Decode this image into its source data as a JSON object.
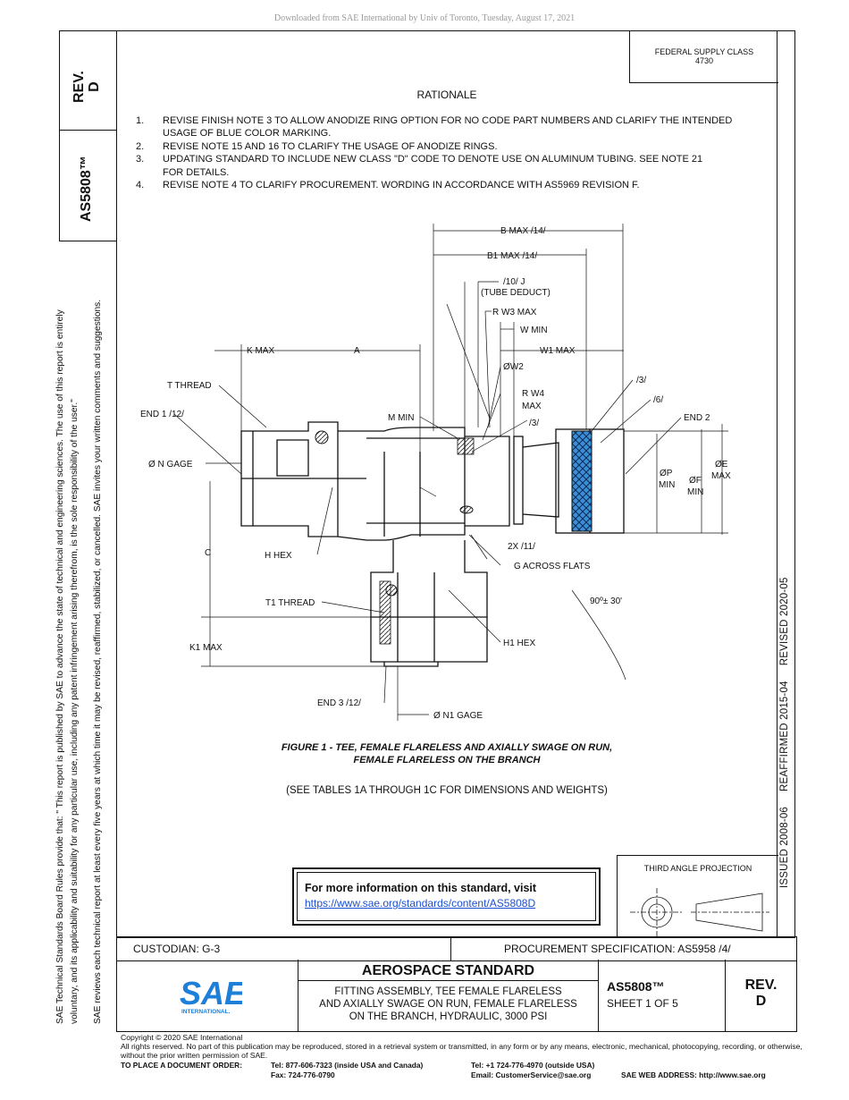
{
  "header": {
    "download_notice": "Downloaded from SAE International by Univ of Toronto, Tuesday, August 17, 2021"
  },
  "federal_supply": {
    "label": "FEDERAL SUPPLY CLASS",
    "value": "4730"
  },
  "side_panel": {
    "rev_label": "REV.",
    "rev_value": "D",
    "doc_number": "AS5808™"
  },
  "legal_vertical": {
    "line1": "SAE Technical Standards Board Rules provide that: \"  This report is published by SAE to advance the state of technical and engineering sciences. The use of this report is entirely",
    "line2": "voluntary, and its applicability and suitability for any particular use, including any patent infringement arising therefrom, is the sole responsibility of the user.\"",
    "line3": "SAE reviews each technical report at least every five years at which time it may be revised, reaffirmed, stabilized, or cancelled. SAE invites your written comments and suggestions."
  },
  "issue_history": "ISSUED 2008-06     REAFFIRMED 2015-04     REVISED 2020-05",
  "rationale": {
    "title": "RATIONALE",
    "items": [
      {
        "num": "1.",
        "text": "REVISE FINISH NOTE 3 TO ALLOW ANODIZE RING OPTION FOR NO CODE PART NUMBERS AND CLARIFY THE INTENDED USAGE OF BLUE COLOR MARKING."
      },
      {
        "num": "2.",
        "text": "REVISE NOTE 15 AND 16 TO CLARIFY THE USAGE OF ANODIZE RINGS."
      },
      {
        "num": "3.",
        "text": "UPDATING STANDARD TO INCLUDE NEW CLASS \"D\" CODE TO DENOTE USE ON ALUMINUM TUBING. SEE NOTE 21 FOR DETAILS."
      },
      {
        "num": "4.",
        "text": "REVISE NOTE 4 TO CLARIFY PROCUREMENT. WORDING IN ACCORDANCE WITH AS5969 REVISION F."
      }
    ]
  },
  "drawing_labels": {
    "b_max": "B MAX /14/",
    "b1_max": "B1 MAX /14/",
    "tube_deduct1": "/10/ J",
    "tube_deduct2": "(TUBE DEDUCT)",
    "r_w3": "R W3 MAX",
    "w_min": "W  MIN",
    "w1_max": "W1 MAX",
    "k_max": "K MAX",
    "a": "A",
    "dia_w2": "ØW2",
    "note3a": "/3/",
    "note6": "/6/",
    "t_thread": "T  THREAD",
    "r_w4a": "R W4",
    "r_w4b": "MAX",
    "end1": "END 1 /12/",
    "m_min": "M MIN",
    "note3b": "/3/",
    "end2": "END 2",
    "n_gage": "Ø N GAGE",
    "dia_p1": "ØP",
    "dia_p2": "MIN",
    "dia_f1": "ØF",
    "dia_f2": "MIN",
    "dia_e1": "ØE",
    "dia_e2": "MAX",
    "c": "C",
    "h_hex": "H  HEX",
    "note11": "2X /11/",
    "g_flats": "G  ACROSS FLATS",
    "angle": "90º± 30'",
    "t1_thread": "T1  THREAD",
    "h1_hex": "H1 HEX",
    "k1_max": "K1 MAX",
    "end3": "END 3  /12/",
    "n1_gage": "Ø N1 GAGE"
  },
  "figure": {
    "caption_line1": "FIGURE 1 - TEE, FEMALE FLARELESS AND AXIALLY SWAGE ON RUN,",
    "caption_line2": "FEMALE FLARELESS ON THE BRANCH",
    "see_tables": "(SEE TABLES 1A THROUGH 1C FOR DIMENSIONS AND WEIGHTS)"
  },
  "info_box": {
    "title": "For more information on this standard, visit",
    "link": "https://www.sae.org/standards/content/AS5808D"
  },
  "projection": {
    "label": "THIRD ANGLE PROJECTION"
  },
  "title_block": {
    "custodian": "CUSTODIAN: G-3",
    "procurement": "PROCUREMENT SPECIFICATION: AS5958 /4/",
    "logo_text": "SAE",
    "logo_sub": "INTERNATIONAL.",
    "standard_type": "AEROSPACE STANDARD",
    "title_line1": "FITTING ASSEMBLY, TEE FEMALE FLARELESS",
    "title_line2": "AND AXIALLY SWAGE ON RUN, FEMALE FLARELESS",
    "title_line3": "ON THE BRANCH, HYDRAULIC, 3000 PSI",
    "doc_number": "AS5808™",
    "sheet": "SHEET 1 OF 5",
    "rev_label": "REV.",
    "rev_value": "D"
  },
  "footer": {
    "copyright": "Copyright © 2020 SAE International",
    "rights": "All rights reserved. No part of this publication may be reproduced, stored in a retrieval system or transmitted, in any form or by any means, electronic, mechanical, photocopying, recording, or otherwise, without the prior written permission of SAE.",
    "order_label": "TO PLACE A DOCUMENT ORDER:",
    "tel_us": "Tel: 877-606-7323 (inside USA and Canada)",
    "fax": "Fax: 724-776-0790",
    "tel_intl": "Tel: +1 724-776-4970 (outside USA)",
    "email": "Email: CustomerService@sae.org",
    "web": "SAE WEB ADDRESS: http://www.sae.org"
  },
  "colors": {
    "anodize_ring": "#3b8fd6",
    "link": "#1a4fd0",
    "logo": "#1d7fd8"
  }
}
